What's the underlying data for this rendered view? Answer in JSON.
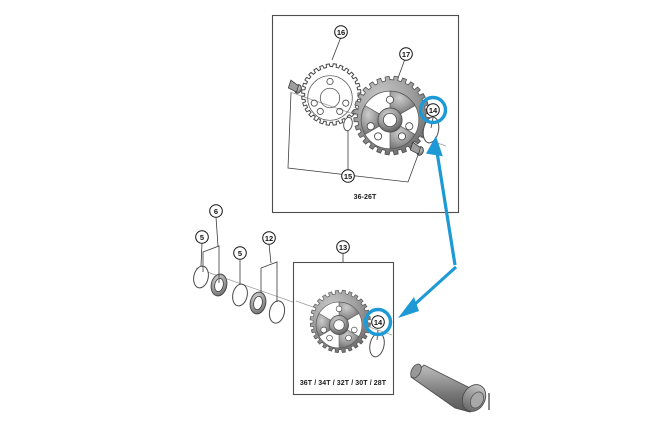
{
  "document": {
    "type": "exploded-parts-diagram",
    "subject": "bicycle crankset chainring assembly",
    "background_color": "#ffffff"
  },
  "colors": {
    "highlight_blue": "#1d9ad6",
    "line_dark": "#3a3a3a",
    "frame_gray": "#4d4d4d",
    "metal_light": "#b9b9b9",
    "metal_mid": "#8f8f8f",
    "metal_dark": "#5c5c5c"
  },
  "panels": [
    {
      "id": "top-panel",
      "label": "36-26T",
      "callouts": [
        "16",
        "17",
        "15",
        "14"
      ]
    },
    {
      "id": "bottom-panel",
      "label": "36T / 34T / 32T / 30T / 28T",
      "callouts": [
        "13",
        "14"
      ]
    }
  ],
  "callouts": {
    "c16": "16",
    "c17": "17",
    "c15": "15",
    "c14_top": "14",
    "c14_bottom": "14",
    "c13": "13",
    "c12": "12",
    "c6": "6",
    "c5_a": "5",
    "c5_b": "5"
  },
  "labels": {
    "top_panel_label": "36-26T",
    "bottom_panel_label": "36T / 34T / 32T / 30T / 28T"
  },
  "annotations": {
    "highlight_description": "blue circle highlight on callout 14",
    "arrow_description": "blue arrows pointing to highlighted item 14 in both panels"
  }
}
